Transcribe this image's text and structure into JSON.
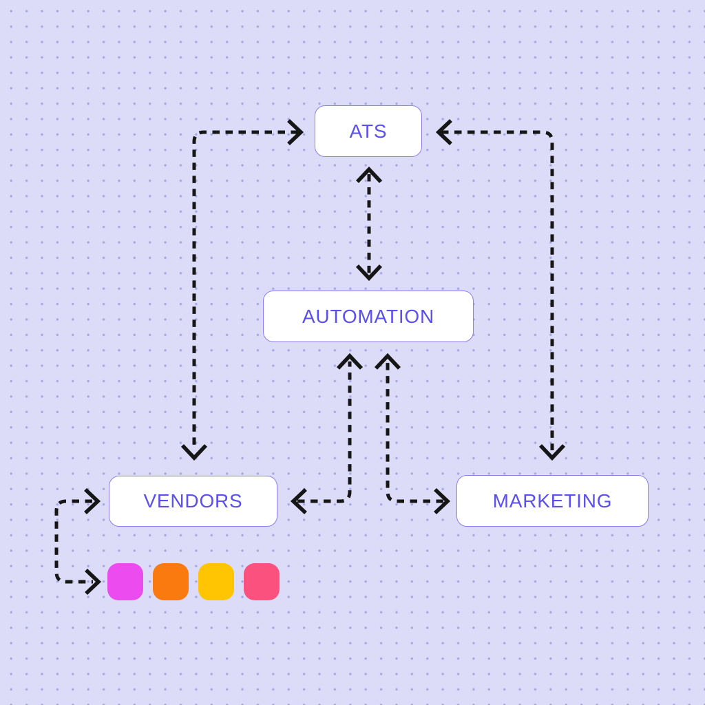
{
  "background": {
    "color": "#dcdcf8",
    "dot_color": "#a6a6e8",
    "pattern": "dot-grid"
  },
  "theme": {
    "node_background": "#ffffff",
    "node_border": "#8a7df2",
    "node_text": "#5a4ff0",
    "arrow_color": "#161616",
    "arrow_style": "dashed"
  },
  "nodes": {
    "ats": {
      "label": "ATS"
    },
    "automation": {
      "label": "AUTOMATION"
    },
    "vendors": {
      "label": "VENDORS"
    },
    "marketing": {
      "label": "MARKETING"
    }
  },
  "connections": [
    {
      "between": [
        "ats",
        "vendors"
      ],
      "style": "dashed",
      "arrowheads": "both",
      "route": "elbow-left-side"
    },
    {
      "between": [
        "ats",
        "marketing"
      ],
      "style": "dashed",
      "arrowheads": "both",
      "route": "elbow-right-side"
    },
    {
      "between": [
        "ats",
        "automation"
      ],
      "style": "dashed",
      "arrowheads": "both",
      "route": "straight-vertical"
    },
    {
      "between": [
        "vendors",
        "automation"
      ],
      "style": "dashed",
      "arrowheads": "both",
      "route": "elbow-center-left"
    },
    {
      "between": [
        "marketing",
        "automation"
      ],
      "style": "dashed",
      "arrowheads": "both",
      "route": "elbow-center-right"
    },
    {
      "between": [
        "vendors",
        "color-swatches"
      ],
      "style": "dashed",
      "arrowheads": "both",
      "route": "hook-left"
    }
  ],
  "swatches": [
    {
      "name": "magenta-swatch",
      "color": "#ec4bf0"
    },
    {
      "name": "orange-swatch",
      "color": "#fa7a10"
    },
    {
      "name": "yellow-swatch",
      "color": "#ffc402"
    },
    {
      "name": "pink-swatch",
      "color": "#fa517f"
    }
  ]
}
